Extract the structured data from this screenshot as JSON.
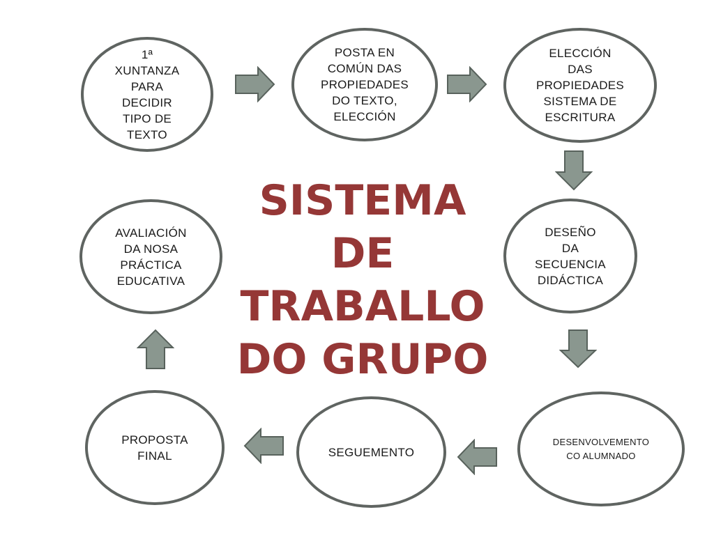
{
  "title": "SISTEMA\nDE\nTRABALLO\nDO GRUPO",
  "nodes": {
    "step1": "1ª\nXUNTANZA\nPARA\nDECIDIR\nTIPO DE\nTEXTO",
    "step2": "POSTA EN\nCOMÚN DAS\nPROPIEDADES\nDO TEXTO,\nELECCIÓN",
    "step3": "ELECCIÓN\nDAS\nPROPIEDADES\nSISTEMA DE\nESCRITURA",
    "step4": "DESEÑO\nDA\nSECUENCIA\nDIDÁCTICA",
    "step5": "DESENVOLVEMENTO\nCO ALUMNADO",
    "step6": "SEGUEMENTO",
    "step7": "PROPOSTA\nFINAL",
    "step8": "AVALIACIÓN\nDA NOSA\nPRÁCTICA\nEDUCATIVA"
  },
  "colors": {
    "title": "#953736",
    "node_border": "#5f6461",
    "arrow_fill": "#8a978f",
    "arrow_stroke": "#58625c"
  },
  "icons": {
    "flow_arrow": "block-arrow-icon"
  }
}
